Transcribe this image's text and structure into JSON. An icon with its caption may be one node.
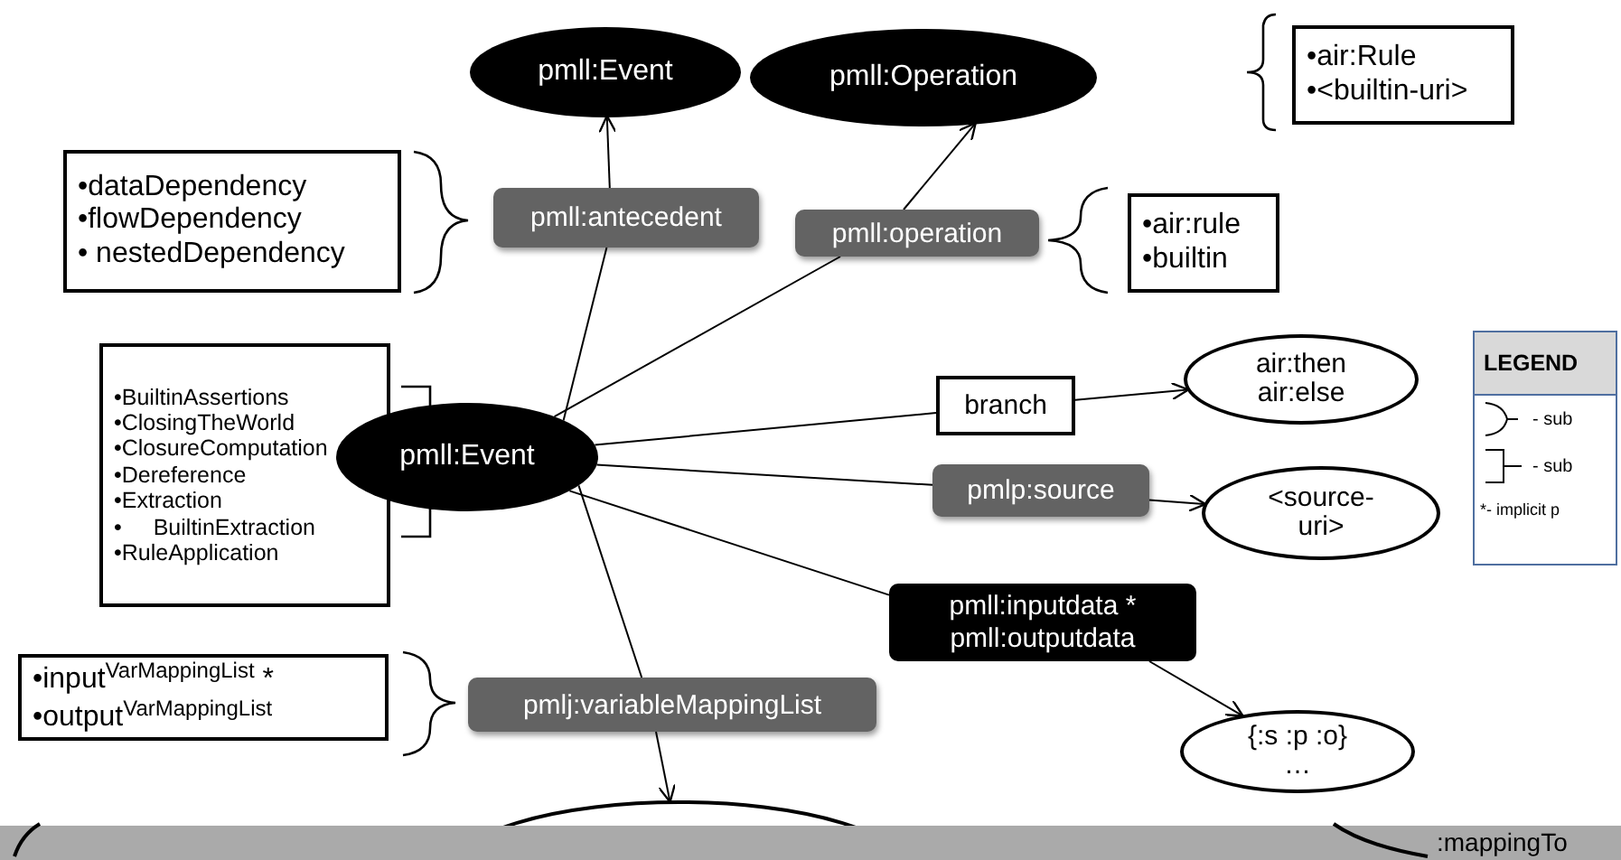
{
  "diagram": {
    "nodes": [
      {
        "text": [
          "pmll:Event"
        ]
      },
      {
        "text": [
          "pmll:Operation"
        ]
      },
      {
        "text": [
          "•air:Rule",
          "•<builtin-uri>"
        ]
      },
      {
        "text": [
          "•dataDependency",
          "•flowDependency",
          "• nestedDependency"
        ]
      },
      {
        "text": [
          "pmll:antecedent"
        ]
      },
      {
        "text": [
          "pmll:operation"
        ]
      },
      {
        "text": [
          "•air:rule",
          "•builtin"
        ]
      },
      {
        "text": [
          "•BuiltinAssertions",
          "•ClosingTheWorld",
          "•ClosureComputation",
          "•Dereference",
          "•Extraction",
          "• BuiltinExtraction",
          "•RuleApplication"
        ]
      },
      {
        "text": [
          "pmll:Event"
        ]
      },
      {
        "text": [
          "branch"
        ]
      },
      {
        "text": [
          "air:then",
          "air:else"
        ]
      },
      {
        "text": [
          "pmlp:source"
        ]
      },
      {
        "text": [
          "<source- uri>"
        ]
      },
      {
        "text": [
          "pmll:inputdata *",
          "pmll:outputdata"
        ]
      },
      {
        "text": [
          "{:s :p :o}",
          "…"
        ]
      },
      {
        "text": [
          "•input$^{VarMappingList}$ *",
          "•output$^{VarMappingList}$"
        ]
      },
      {
        "text": [
          "pmlj:variableMappingList"
        ]
      },
      {
        "text": [],
        "shape": "ellipse"
      }
    ],
    "edges": [
      {
        "from": 8,
        "to": 4,
        "arrow": "none"
      },
      {
        "from": 4,
        "to": 0,
        "arrow": "to"
      },
      {
        "from": 8,
        "to": 5,
        "arrow": "none"
      },
      {
        "from": 5,
        "to": 1,
        "arrow": "to"
      },
      {
        "from": 8,
        "to": 9,
        "arrow": "none"
      },
      {
        "from": 9,
        "to": 10,
        "arrow": "to"
      },
      {
        "from": 8,
        "to": 11,
        "arrow": "none"
      },
      {
        "from": 11,
        "to": 12,
        "arrow": "to"
      },
      {
        "from": 8,
        "to": 13,
        "arrow": "none"
      },
      {
        "from": 13,
        "to": 14,
        "arrow": "to"
      },
      {
        "from": 8,
        "to": 16,
        "arrow": "none"
      },
      {
        "from": 16,
        "to": 17,
        "arrow": "to"
      }
    ],
    "labels": [
      "LEGEND",
      "*- implicit p",
      ":mappingTo"
    ],
    "legend": [
      {
        "text": "- sub"
      },
      {
        "text": "- sub"
      }
    ]
  }
}
